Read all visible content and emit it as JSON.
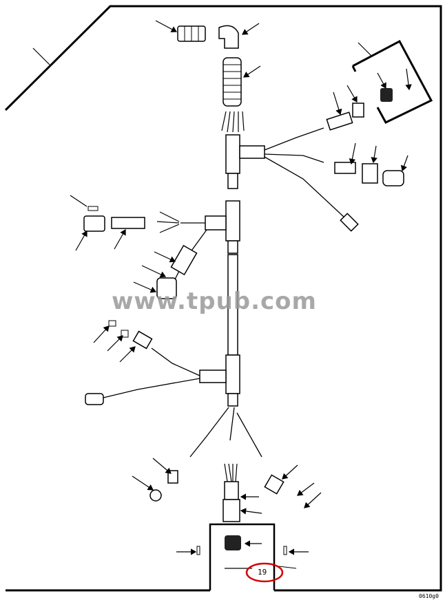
{
  "diagram": {
    "callout_number": "19",
    "figure_id": "0610g0",
    "watermark": "www.tpub.com",
    "highlight_color": "#d40000",
    "line_color": "#000000"
  }
}
